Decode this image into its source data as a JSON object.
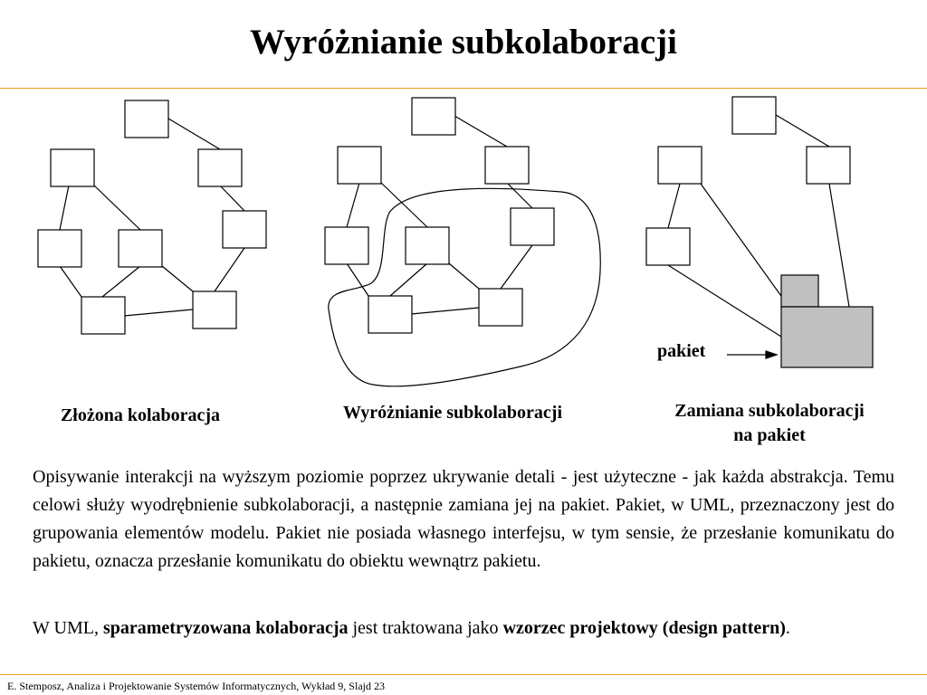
{
  "slide": {
    "title": "Wyróżnianie subkolaboracji",
    "footer": "E. Stemposz, Analiza i Projektowanie Systemów Informatycznych, Wykład 9, Slajd 23"
  },
  "diagrams": {
    "caption_composite": "Złożona kolaboracja",
    "caption_highlight": "Wyróżnianie subkolaboracji",
    "caption_replace_line1": "Zamiana  subkolaboracji",
    "caption_replace_line2": "na pakiet",
    "package_label": "pakiet",
    "package_color": "#c0c0c0"
  },
  "text": {
    "para1": "Opisywanie interakcji na wyższym poziomie poprzez ukrywanie detali - jest użyteczne - jak każda abstrakcja. Temu celowi służy wyodrębnienie subkolaboracji, a następnie zamiana jej na pakiet. Pakiet, w UML, przeznaczony jest do grupowania elementów modelu. Pakiet nie posiada  własnego interfejsu, w tym sensie, że przesłanie komunikatu do pakietu, oznacza przesłanie komunikatu do obiektu wewnątrz pakietu.",
    "para2_a": "W UML, ",
    "para2_b": "sparametryzowana kolaboracja",
    "para2_c": " jest  traktowana jako ",
    "para2_d": "wzorzec projektowy (design pattern)",
    "para2_e": "."
  }
}
